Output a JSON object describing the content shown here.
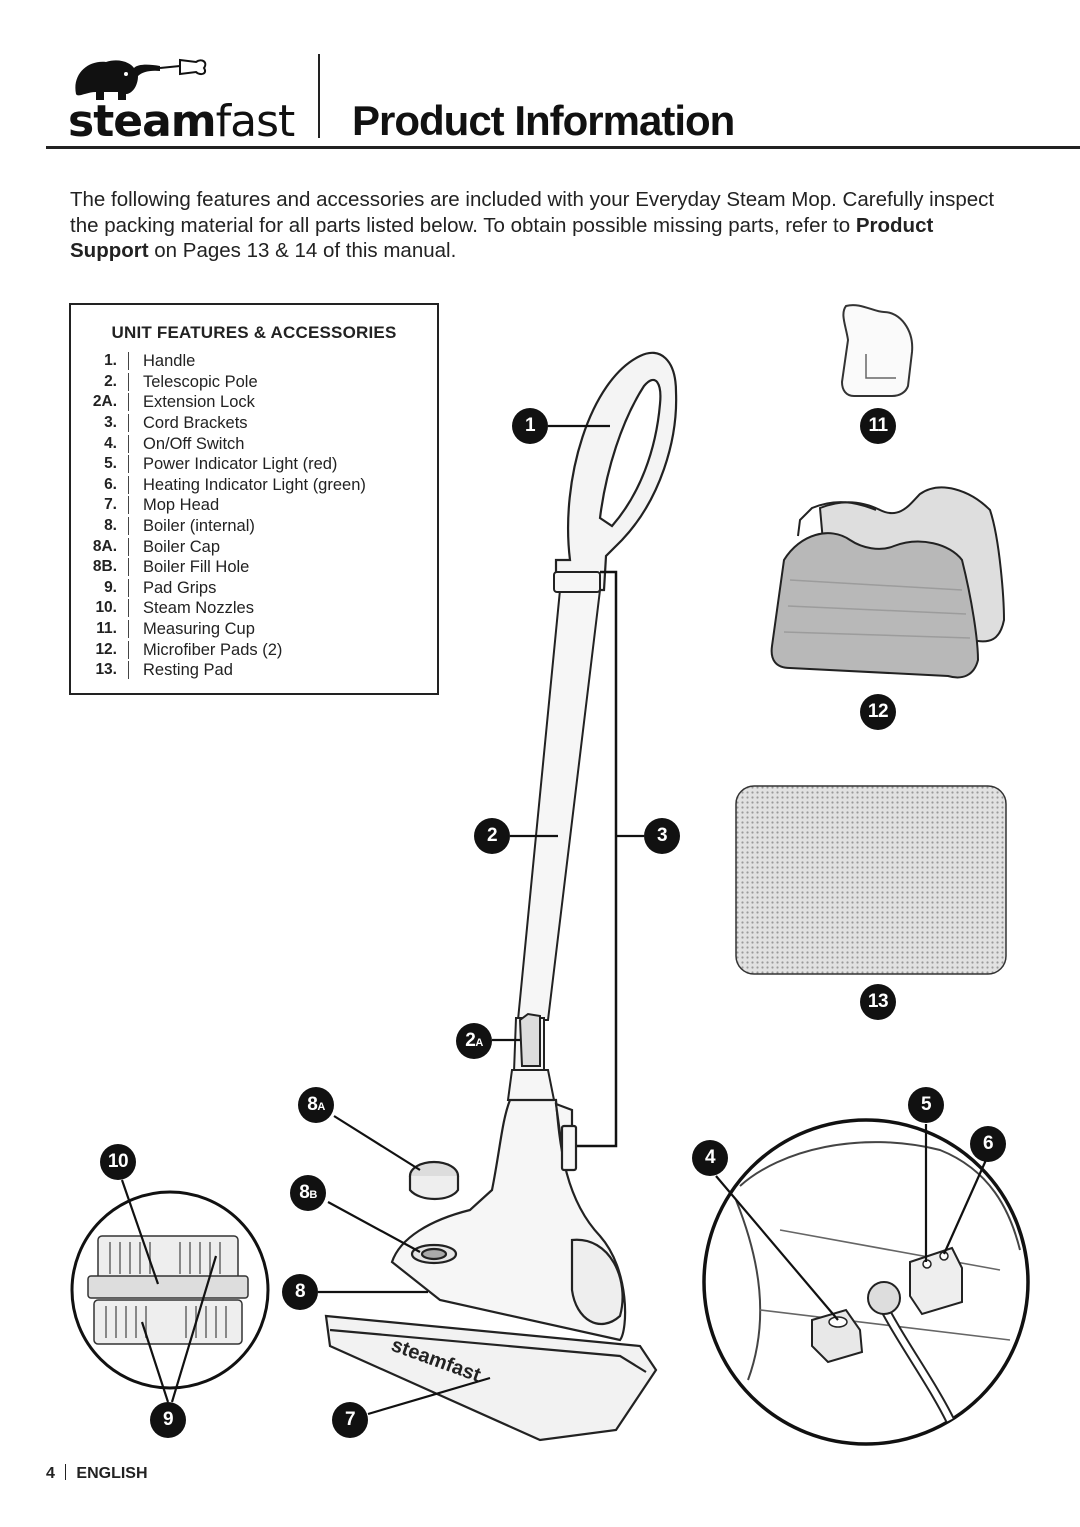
{
  "header": {
    "brand_bold": "steam",
    "brand_light": "fast",
    "page_title": "Product Information"
  },
  "intro": {
    "text_before": "The following features and accessories are included with your Everyday Steam Mop.  Carefully inspect the packing material for all parts listed below.  To obtain possible missing parts, refer to ",
    "bold_link": "Product Support",
    "text_after": " on Pages 13 & 14 of this manual."
  },
  "features": {
    "heading": "UNIT FEATURES & ACCESSORIES",
    "items": [
      {
        "num": "1.",
        "label": "Handle"
      },
      {
        "num": "2.",
        "label": "Telescopic Pole"
      },
      {
        "num": "2A.",
        "label": "Extension Lock"
      },
      {
        "num": "3.",
        "label": "Cord Brackets"
      },
      {
        "num": "4.",
        "label": "On/Off Switch"
      },
      {
        "num": "5.",
        "label": "Power Indicator Light (red)"
      },
      {
        "num": "6.",
        "label": "Heating Indicator Light (green)"
      },
      {
        "num": "7.",
        "label": "Mop Head"
      },
      {
        "num": "8.",
        "label": "Boiler (internal)"
      },
      {
        "num": "8A.",
        "label": "Boiler Cap"
      },
      {
        "num": "8B.",
        "label": "Boiler Fill Hole"
      },
      {
        "num": "9.",
        "label": "Pad Grips"
      },
      {
        "num": "10.",
        "label": "Steam Nozzles"
      },
      {
        "num": "11.",
        "label": "Measuring Cup"
      },
      {
        "num": "12.",
        "label": "Microfiber Pads (2)"
      },
      {
        "num": "13.",
        "label": "Resting Pad"
      }
    ]
  },
  "callouts": {
    "c1": "1",
    "c2": "2",
    "c2a_main": "2",
    "c2a_sub": "A",
    "c3": "3",
    "c4": "4",
    "c5": "5",
    "c6": "6",
    "c7": "7",
    "c8": "8",
    "c8a_main": "8",
    "c8a_sub": "A",
    "c8b_main": "8",
    "c8b_sub": "B",
    "c9": "9",
    "c10": "10",
    "c11": "11",
    "c12": "12",
    "c13": "13"
  },
  "mop_head_logo_text": "steamfast",
  "footer": {
    "page_number": "4",
    "language": "ENGLISH"
  },
  "colors": {
    "ink": "#111111",
    "pad_gray": "#b5b5b5",
    "resting_pad": "#cfcfcf"
  }
}
